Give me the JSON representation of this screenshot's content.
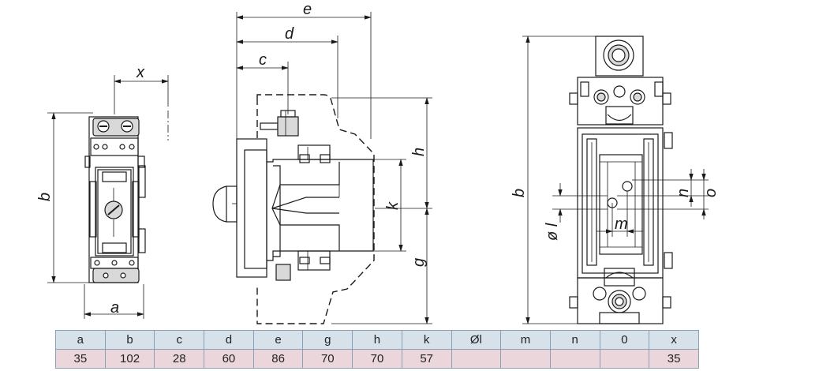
{
  "labels": {
    "left": {
      "x": "x",
      "b": "b",
      "a": "a"
    },
    "middle": {
      "e": "e",
      "d": "d",
      "c": "c",
      "h": "h",
      "k": "k",
      "g": "g"
    },
    "right": {
      "b": "b",
      "n": "n",
      "o": "o",
      "l": "ø l",
      "m": "m"
    }
  },
  "table": {
    "headers": [
      "a",
      "b",
      "c",
      "d",
      "e",
      "g",
      "h",
      "k",
      "Øl",
      "m",
      "n",
      "0",
      "x"
    ],
    "values": [
      "35",
      "102",
      "28",
      "60",
      "86",
      "70",
      "70",
      "57",
      "",
      "",
      "",
      "",
      "35"
    ]
  }
}
